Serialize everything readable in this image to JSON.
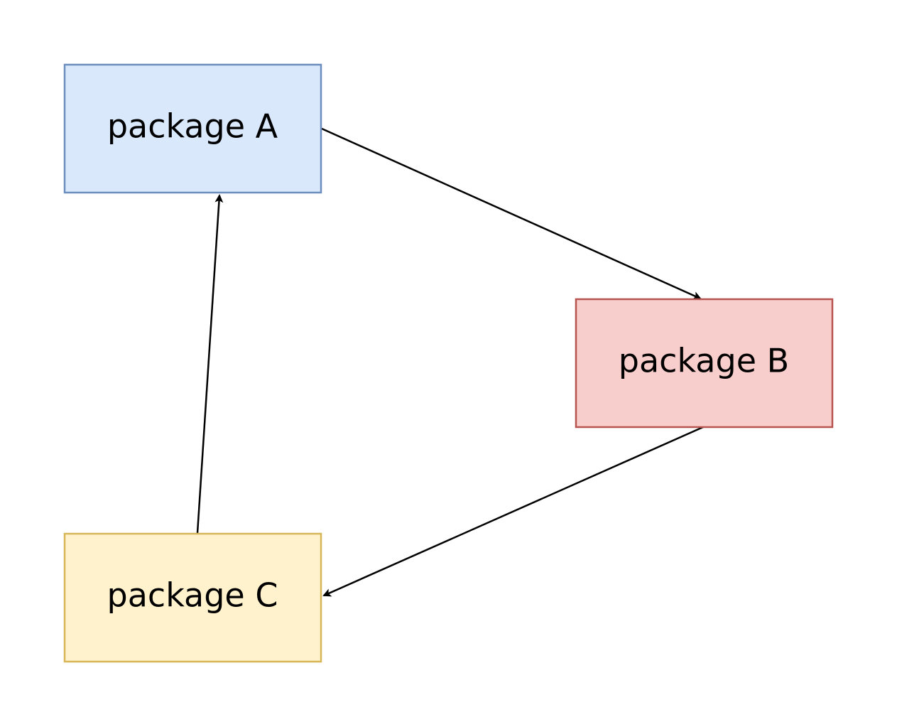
{
  "diagram": {
    "nodes": [
      {
        "id": "a",
        "label": "package A",
        "fill": "#dae8fc",
        "stroke": "#6c8ebf"
      },
      {
        "id": "b",
        "label": "package B",
        "fill": "#f8cecc",
        "stroke": "#b85450"
      },
      {
        "id": "c",
        "label": "package C",
        "fill": "#fff2cc",
        "stroke": "#d6b656"
      }
    ],
    "edges": [
      {
        "from": "a",
        "to": "b"
      },
      {
        "from": "b",
        "to": "c"
      },
      {
        "from": "c",
        "to": "a"
      }
    ],
    "edge_color": "#000000"
  }
}
